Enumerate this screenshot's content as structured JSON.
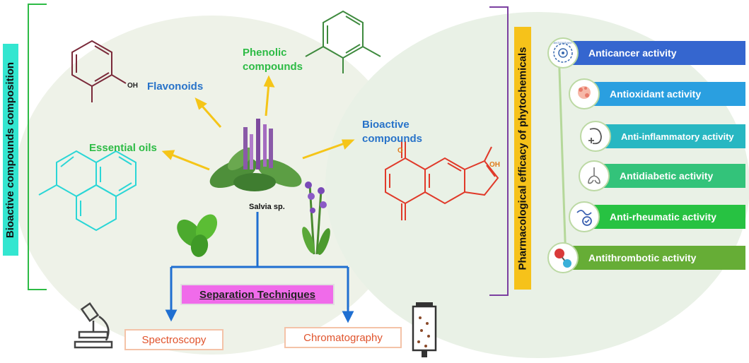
{
  "left_panel": {
    "title": "Bioactive compounds composition",
    "compounds": {
      "flavonoids": "Flavonoids",
      "phenolic_line1": "Phenolic",
      "phenolic_line2": "compounds",
      "essential_oils": "Essential oils",
      "bioactive_line1": "Bioactive",
      "bioactive_line2": "compounds"
    },
    "oh_label": "OH",
    "o_label": "O",
    "oh_label_2": "OH",
    "plant_label": "Salvia sp."
  },
  "separation": {
    "title": "Separation Techniques",
    "methods": [
      "Spectroscopy",
      "Chromatography"
    ]
  },
  "right_panel": {
    "title": "Pharmacological efficacy of phytochemicals",
    "badge_text": "ANTIOXIDANT",
    "activities": [
      {
        "label": "Anticancer activity",
        "color": "#3566cf"
      },
      {
        "label": "Antioxidant activity",
        "color": "#2a9fe0"
      },
      {
        "label": "Anti-inflammatory activity",
        "color": "#28b7c2"
      },
      {
        "label": "Antidiabetic activity",
        "color": "#33c37a"
      },
      {
        "label": "Anti-rheumatic activity",
        "color": "#27c242"
      },
      {
        "label": "Antithrombotic activity",
        "color": "#66ad36"
      }
    ]
  },
  "colors": {
    "arrow": "#f5c518",
    "flavonoid_structure": "#7a2a3a",
    "phenolic_structure": "#3e8a3e",
    "oil_structure": "#2ad6d6",
    "bioactive_structure": "#e03a2a",
    "left_bracket": "#2dbb45",
    "right_bracket": "#7b3fa0",
    "separation_lines": "#1f6fd1"
  }
}
